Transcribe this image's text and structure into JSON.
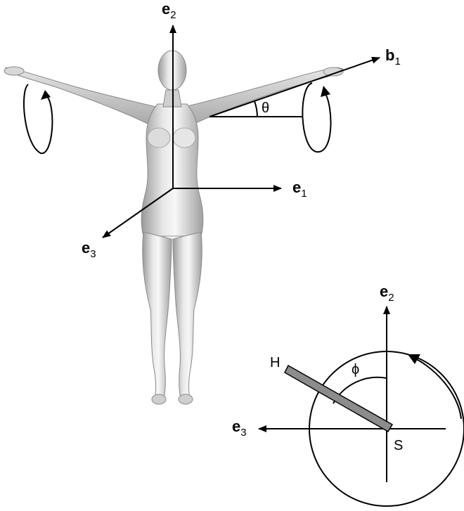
{
  "labels": {
    "e2_top": {
      "base": "e",
      "sub": "2"
    },
    "b1": {
      "base": "b",
      "sub": "1"
    },
    "e1": {
      "base": "e",
      "sub": "1"
    },
    "e3_body": {
      "base": "e",
      "sub": "3"
    },
    "theta": "θ",
    "e2_inset": {
      "base": "e",
      "sub": "2"
    },
    "e3_inset": {
      "base": "e",
      "sub": "3"
    },
    "H": "H",
    "S": "S",
    "phi": "ϕ"
  },
  "colors": {
    "line": "#000000",
    "body_light": "#f2f2f2",
    "body_mid": "#bdbdbd",
    "body_dark": "#8a8a8a",
    "arm_segment": "#8c8c8c"
  }
}
